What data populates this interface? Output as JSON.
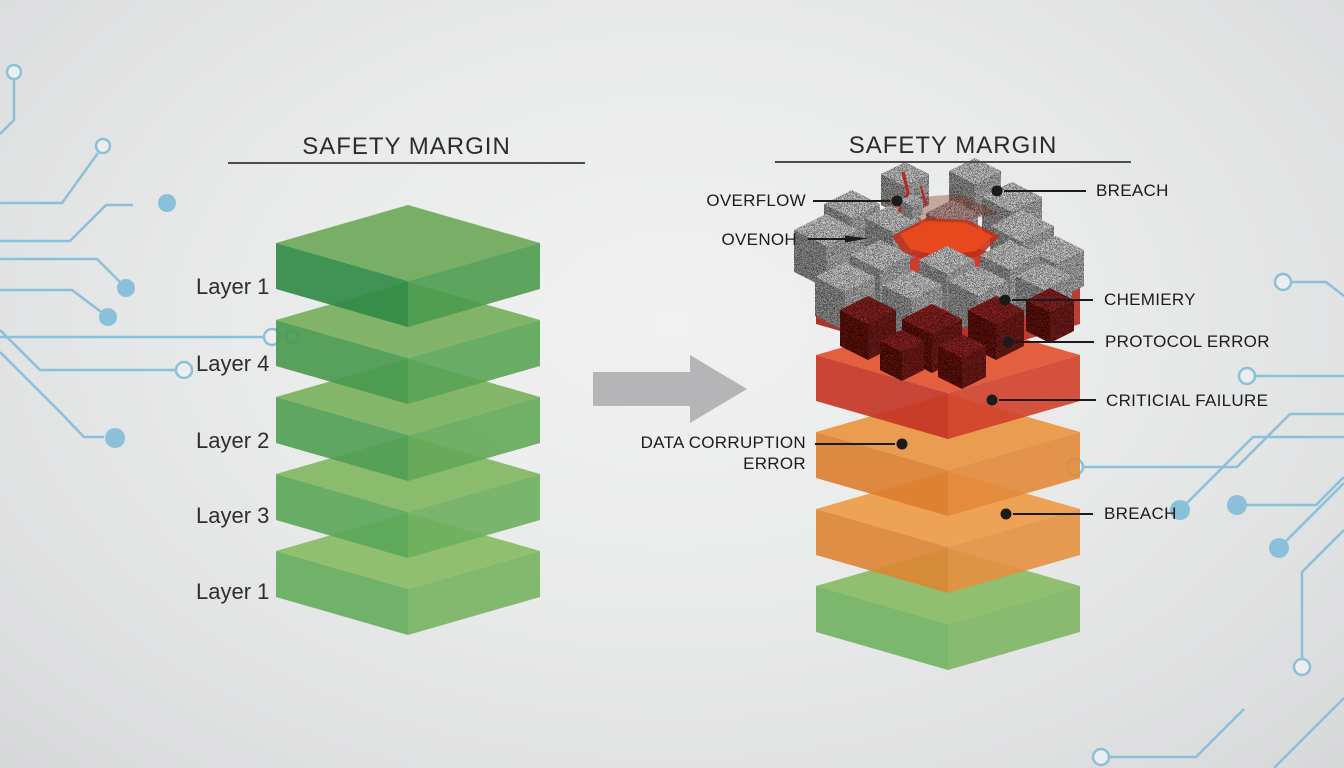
{
  "left_panel": {
    "title": "SAFETY MARGIN",
    "layers": [
      {
        "label": "Layer 1"
      },
      {
        "label": "Layer 4"
      },
      {
        "label": "Layer 2"
      },
      {
        "label": "Layer 3"
      },
      {
        "label": "Layer 1"
      }
    ]
  },
  "right_panel": {
    "title": "SAFETY MARGIN",
    "callouts": {
      "overflow": "OVERFLOW",
      "ovenoh": "OVENOH",
      "breach_top": "BREACH",
      "chemiery": "CHEMIERY",
      "protocol_error": "PROTOCOL ERROR",
      "criticial_failure": "CRITICIAL FAILURE",
      "data_corruption_line1": "DATA CORRUPTION",
      "data_corruption_line2": "ERROR",
      "breach_bottom": "BREACH"
    }
  },
  "colors": {
    "background": "#e9eaea",
    "circuit_blue": "#8bc0da",
    "callout_ink": "#1b1b1b",
    "title_ink": "#2b2b2b",
    "arrow_gray": "#b5b5b7",
    "lava_orange": "#e8481d",
    "lava_deep": "#c22d16",
    "green_layers": [
      {
        "top": "#74ab60",
        "left": "#2e8945",
        "right": "#4c9b4f"
      },
      {
        "top": "#7db264",
        "left": "#47994e",
        "right": "#5aa455"
      },
      {
        "top": "#80b465",
        "left": "#509e53",
        "right": "#62a858"
      },
      {
        "top": "#87b968",
        "left": "#59a658",
        "right": "#6daf5e"
      },
      {
        "top": "#8dbd6b",
        "left": "#64ac5c",
        "right": "#78b462"
      }
    ],
    "fail_layers": [
      {
        "top": "#cc3629",
        "left": "#a02018",
        "right": "#b62a1f"
      },
      {
        "top": "#e25a3a",
        "left": "#c43322",
        "right": "#d2402a"
      },
      {
        "top": "#e9994a",
        "left": "#db7e2e",
        "right": "#e28a3a"
      },
      {
        "top": "#ec9f4f",
        "left": "#de8533",
        "right": "#e69040"
      },
      {
        "top": "#8cbd6a",
        "left": "#6fb15f",
        "right": "#7db663"
      }
    ],
    "rubble": {
      "top": "#cacaca",
      "left": "#8f8f8f",
      "right": "#aeaeae",
      "red_top": "#8a2420",
      "red_left": "#5e1511",
      "red_right": "#731b16",
      "crack_red": "#b7271d"
    }
  }
}
